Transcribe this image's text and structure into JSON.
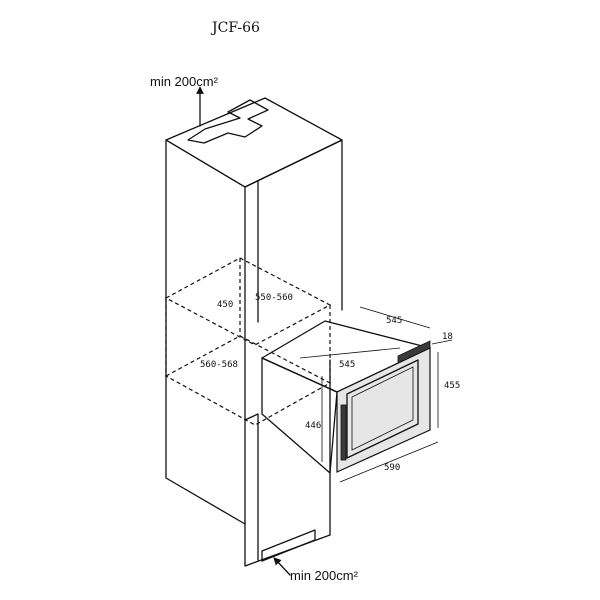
{
  "title": "JCF-66",
  "vent_top": "min 200cm²",
  "vent_bottom": "min 200cm²",
  "dims": {
    "niche_height": "450",
    "niche_depth": "550-560",
    "niche_width": "560-568",
    "unit_depth": "545",
    "unit_width": "545",
    "panel": "18",
    "unit_height": "455",
    "front_height": "446",
    "front_width": "590"
  }
}
